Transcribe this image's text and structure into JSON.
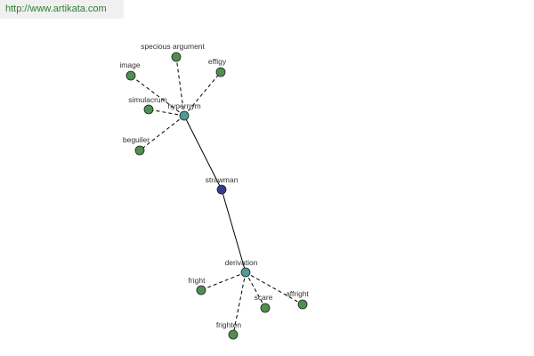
{
  "source_url": "http://www.artikata.com",
  "colors": {
    "leaf": "#4f8f4f",
    "hub": "#4f9a96",
    "center": "#2f3f8f"
  },
  "nodes": [
    {
      "id": "specious-argument",
      "label": "specious argument",
      "kind": "leaf"
    },
    {
      "id": "image",
      "label": "image",
      "kind": "leaf"
    },
    {
      "id": "effigy",
      "label": "effigy",
      "kind": "leaf"
    },
    {
      "id": "simulacrum",
      "label": "simulacrum",
      "kind": "leaf"
    },
    {
      "id": "hypernym",
      "label": "hypernym",
      "kind": "hub"
    },
    {
      "id": "beguiler",
      "label": "beguiler",
      "kind": "leaf"
    },
    {
      "id": "strawman",
      "label": "strawman",
      "kind": "center"
    },
    {
      "id": "derivation",
      "label": "derivation",
      "kind": "hub"
    },
    {
      "id": "fright",
      "label": "fright",
      "kind": "leaf"
    },
    {
      "id": "scare",
      "label": "scare",
      "kind": "leaf"
    },
    {
      "id": "affright",
      "label": "affright",
      "kind": "leaf"
    },
    {
      "id": "frighten",
      "label": "frighten",
      "kind": "leaf"
    }
  ],
  "edges": [
    {
      "from": "hypernym",
      "to": "strawman",
      "style": "solid"
    },
    {
      "from": "strawman",
      "to": "derivation",
      "style": "solid"
    },
    {
      "from": "hypernym",
      "to": "specious-argument",
      "style": "dashed"
    },
    {
      "from": "hypernym",
      "to": "image",
      "style": "dashed"
    },
    {
      "from": "hypernym",
      "to": "effigy",
      "style": "dashed"
    },
    {
      "from": "hypernym",
      "to": "simulacrum",
      "style": "dashed"
    },
    {
      "from": "hypernym",
      "to": "beguiler",
      "style": "dashed"
    },
    {
      "from": "derivation",
      "to": "fright",
      "style": "dashed"
    },
    {
      "from": "derivation",
      "to": "scare",
      "style": "dashed"
    },
    {
      "from": "derivation",
      "to": "affright",
      "style": "dashed"
    },
    {
      "from": "derivation",
      "to": "frighten",
      "style": "dashed"
    }
  ]
}
